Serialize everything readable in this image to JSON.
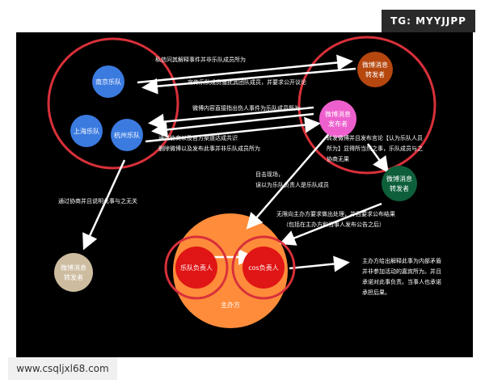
{
  "watermark_top": "TG: MYYJJPP",
  "watermark_bottom": "www.csqljxl68.com",
  "nodes": {
    "nanjing_band": "南京乐队",
    "shanghai_band": "上海乐队",
    "hangzhou_band": "杭州乐队",
    "weibo_forwarder_brown": [
      "微博消息",
      "转发者"
    ],
    "weibo_publisher": [
      "微博消息",
      "发布者"
    ],
    "weibo_forwarder_green": [
      "微博消息",
      "转发者"
    ],
    "weibo_forwarder_beige": [
      "微博消息",
      "转发者"
    ],
    "band_leader": "乐队负责人",
    "cos_leader": "cos负责人",
    "organizer": "主办方"
  },
  "edges": {
    "e1": "私信问其解释事件并非乐队成员所为",
    "e2": "宣传乐队成员骚扰其团队成员，并要求公开议论",
    "e3": "微博内容直接指出伤人事件为乐队成员所为",
    "e4": [
      "通过协商以及官方渠道达成共识",
      "删除微博以及发布此事并非乐队成员所为"
    ],
    "e5": [
      "转发微博并且发布言论【认为乐队人员",
      "所为】显得所当然之事，乐队成员与之",
      "协商无果"
    ],
    "e6": [
      "目击现场，",
      "误以为乐队负责人是乐队成员"
    ],
    "e7": "通过协商并且说明此事与之无关",
    "e8": [
      "无限向主办方要求做出处理，并且要求公布结果",
      "（包括在主办方和当事人发布公告之后）"
    ],
    "e9": [
      "主办方给出解释此事为内部矛盾",
      "并非参加活动的嘉宾所为。并且",
      "承诺对此事负责。当事人也承诺",
      "承担后果。"
    ]
  },
  "colors": {
    "background": "#000000",
    "ring": "#d9303a",
    "arrow": "#ffffff",
    "blue_node": "#3b7be0",
    "brown_node": "#b5470f",
    "pink_node": "#ee5fce",
    "green_node": "#0d5f3a",
    "beige_node": "#cdbca0",
    "orange_node": "#ff8c3a",
    "red_node": "#e01515"
  }
}
